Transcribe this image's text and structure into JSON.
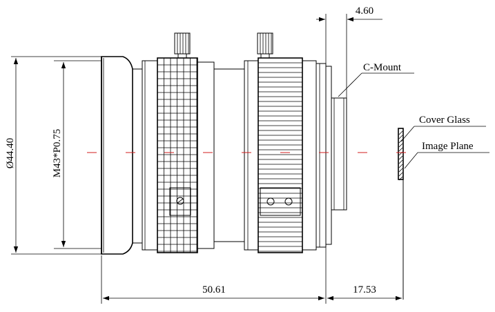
{
  "dimensions": {
    "outer_diameter": "Ø44.40",
    "thread": "M43*P0.75",
    "flange_depth": "4.60",
    "body_length": "50.61",
    "back_focal": "17.53"
  },
  "labels": {
    "mount": "C-Mount",
    "cover_glass": "Cover Glass",
    "image_plane": "Image Plane"
  },
  "colors": {
    "line": "#000000",
    "centerline": "#d01c1c",
    "background": "#ffffff"
  }
}
